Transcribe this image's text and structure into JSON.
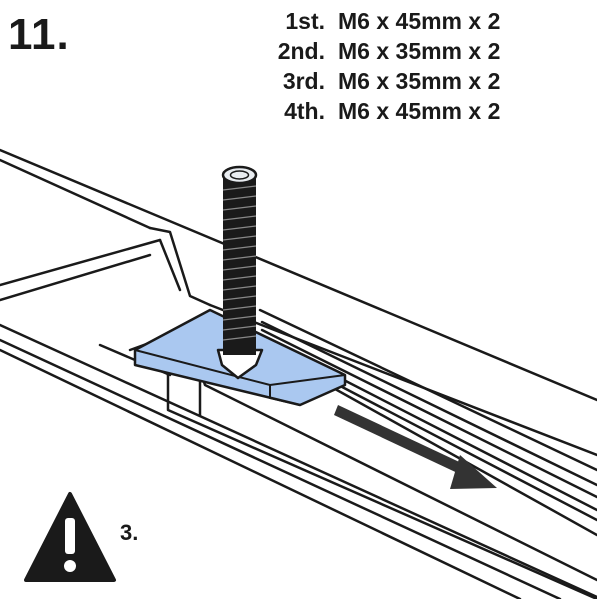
{
  "step": {
    "number": "11."
  },
  "bolts": [
    {
      "order": "1st.",
      "spec": "M6 x 45mm x 2"
    },
    {
      "order": "2nd.",
      "spec": "M6 x 35mm x 2"
    },
    {
      "order": "3rd.",
      "spec": "M6 x 35mm x 2"
    },
    {
      "order": "4th.",
      "spec": "M6 x 45mm x 2"
    }
  ],
  "illustration": {
    "icons": [
      "bolt-icon",
      "nut-plate-icon",
      "slide-direction-arrow-icon",
      "rail-channel"
    ],
    "colors": {
      "plate_fill": "#aac8f0",
      "line": "#1a1a1a",
      "arrow": "#333333"
    }
  },
  "warning": {
    "icon": "warning-icon",
    "reference": "3."
  }
}
